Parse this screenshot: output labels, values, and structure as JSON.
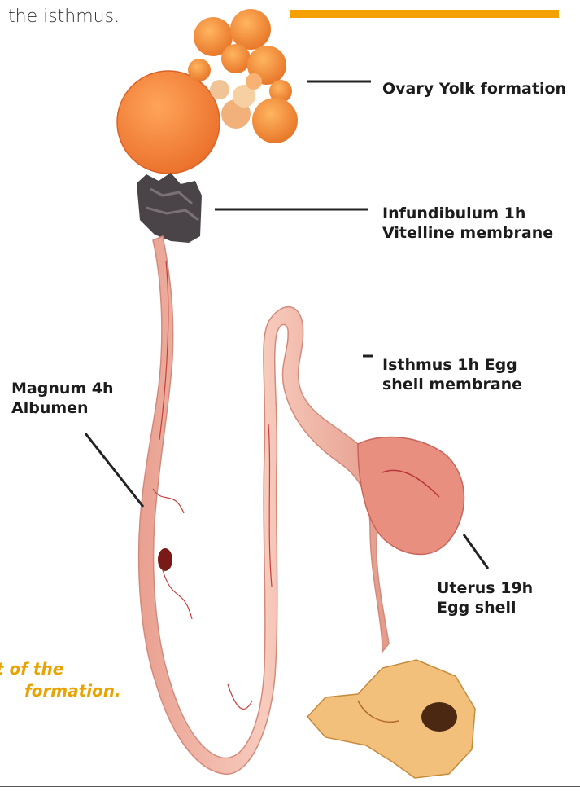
{
  "header": {
    "intro_text": "the isthmus."
  },
  "labels": {
    "ovary": "Ovary Yolk formation",
    "infundibulum_line1": "Infundibulum 1h",
    "infundibulum_line2": "Vitelline membrane",
    "isthmus_line1": "Isthmus 1h Egg",
    "isthmus_line2": "shell membrane",
    "magnum_line1": "Magnum 4h",
    "magnum_line2": "Albumen",
    "uterus_line1": "Uterus 19h",
    "uterus_line2": "Egg shell"
  },
  "caption": {
    "line1": "t of the",
    "line2": "formation."
  },
  "colors": {
    "accent": "#f4a100",
    "caption": "#e8a300",
    "yolk": "#f39a3c",
    "tissue": "#f2b8a8"
  }
}
